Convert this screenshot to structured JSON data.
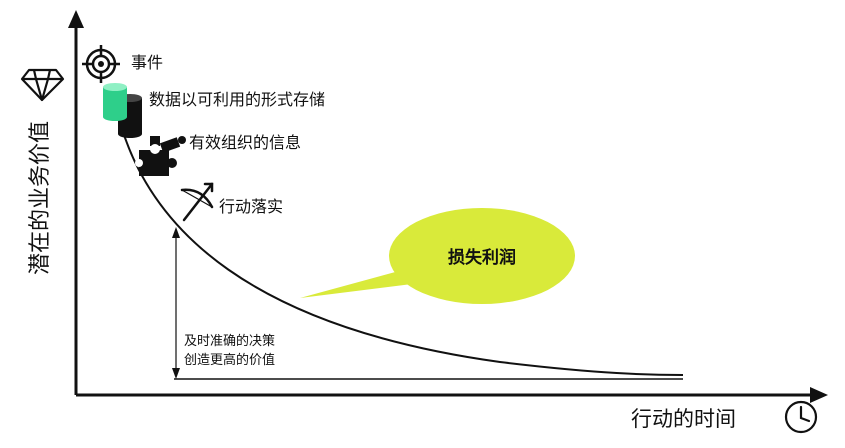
{
  "labels": {
    "event": "事件",
    "storage": "数据以可利用的形式存储",
    "info": "有效组织的信息",
    "action": "行动落实",
    "loss": "损失利润",
    "decision_line1": "及时准确的决策",
    "decision_line2": "创造更高的价值",
    "x_axis": "行动的时间",
    "y_axis": "潜在的业务价值"
  },
  "icons": {
    "event": "crosshair-target-icon",
    "storage": "database-cylinders-icon",
    "info": "puzzle-pieces-icon",
    "action": "bow-arrow-icon",
    "y_axis": "diamond-icon",
    "x_axis": "clock-icon"
  },
  "colors": {
    "accent": "#d9ea3a",
    "cylinder_green": "#2ecf8a",
    "ink": "#111111"
  }
}
